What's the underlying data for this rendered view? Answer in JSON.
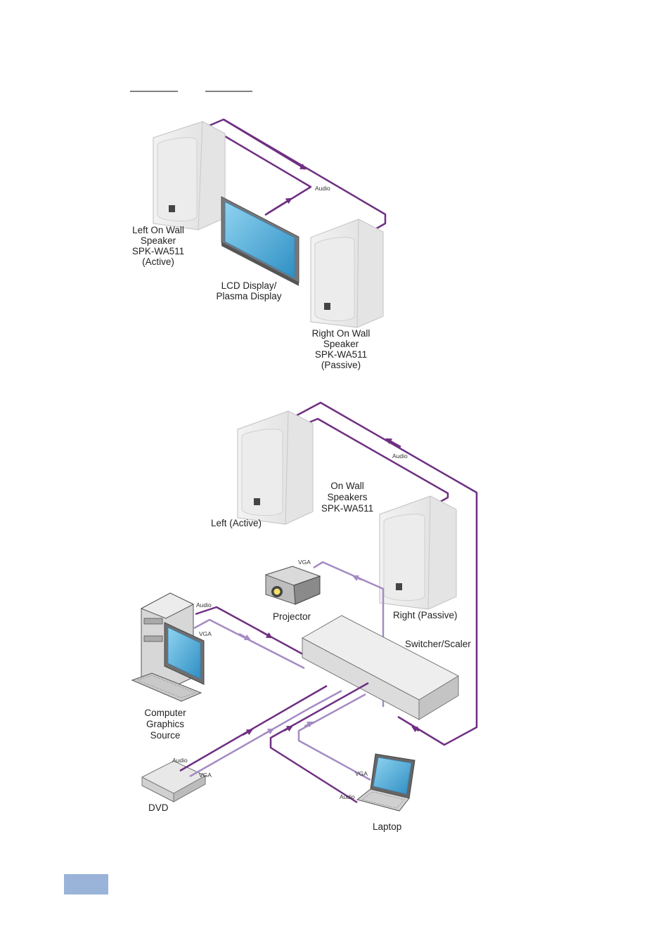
{
  "colors": {
    "audio_cable": "#6f2f82",
    "vga_cable": "#a48bc4",
    "page_tab": "#9ab3d8",
    "screen": "#4fb0dc"
  },
  "top_diagram": {
    "left_speaker": [
      "Left On Wall",
      "Speaker",
      "SPK-WA511",
      "(Active)"
    ],
    "display": [
      "LCD Display/",
      "Plasma Display"
    ],
    "right_speaker": [
      "Right On Wall",
      "Speaker",
      "SPK-WA511",
      "(Passive)"
    ],
    "audio_label": "Audio"
  },
  "bottom_diagram": {
    "speakers_title": [
      "On Wall",
      "Speakers",
      "SPK-WA511"
    ],
    "left_label": "Left (Active)",
    "right_label": "Right (Passive)",
    "projector_label": "Projector",
    "switcher_label": "Switcher/Scaler",
    "computer_label": [
      "Computer",
      "Graphics",
      "Source"
    ],
    "dvd_label": "DVD",
    "laptop_label": "Laptop",
    "cable_labels": {
      "speaker_audio": "Audio",
      "projector_vga": "VGA",
      "computer_audio": "Audio",
      "computer_vga": "VGA",
      "dvd_audio": "Audio",
      "dvd_vga": "VGA",
      "laptop_vga": "VGA",
      "laptop_audio": "Audio"
    }
  }
}
